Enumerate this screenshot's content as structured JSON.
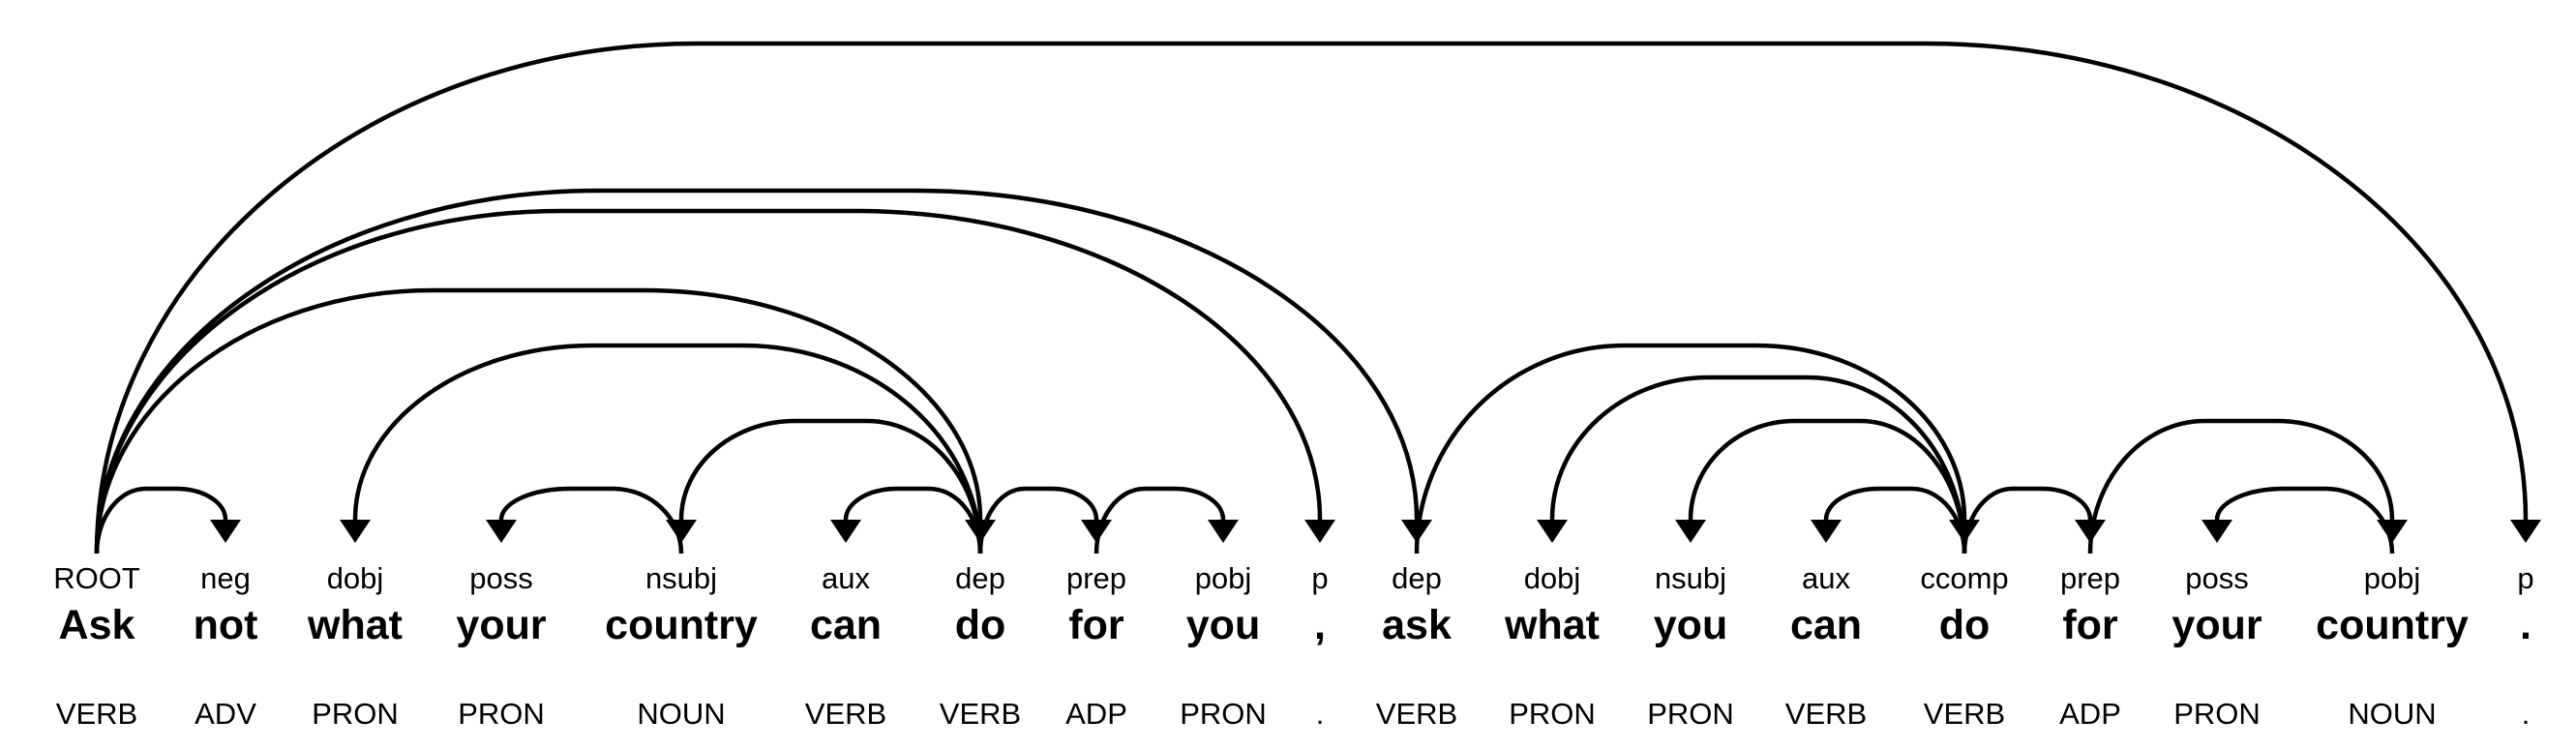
{
  "colors": {
    "ink": "#000000",
    "background": "#ffffff"
  },
  "sentence": "Ask not what your country can do for you , ask what you can do for your country .",
  "tokens": [
    {
      "text": "Ask",
      "deprel": "ROOT",
      "pos": "VERB"
    },
    {
      "text": "not",
      "deprel": "neg",
      "pos": "ADV"
    },
    {
      "text": "what",
      "deprel": "dobj",
      "pos": "PRON"
    },
    {
      "text": "your",
      "deprel": "poss",
      "pos": "PRON"
    },
    {
      "text": "country",
      "deprel": "nsubj",
      "pos": "NOUN"
    },
    {
      "text": "can",
      "deprel": "aux",
      "pos": "VERB"
    },
    {
      "text": "do",
      "deprel": "dep",
      "pos": "VERB"
    },
    {
      "text": "for",
      "deprel": "prep",
      "pos": "ADP"
    },
    {
      "text": "you",
      "deprel": "pobj",
      "pos": "PRON"
    },
    {
      "text": ",",
      "deprel": "p",
      "pos": "."
    },
    {
      "text": "ask",
      "deprel": "dep",
      "pos": "VERB"
    },
    {
      "text": "what",
      "deprel": "dobj",
      "pos": "PRON"
    },
    {
      "text": "you",
      "deprel": "nsubj",
      "pos": "PRON"
    },
    {
      "text": "can",
      "deprel": "aux",
      "pos": "VERB"
    },
    {
      "text": "do",
      "deprel": "ccomp",
      "pos": "VERB"
    },
    {
      "text": "for",
      "deprel": "prep",
      "pos": "ADP"
    },
    {
      "text": "your",
      "deprel": "poss",
      "pos": "PRON"
    },
    {
      "text": "country",
      "deprel": "pobj",
      "pos": "NOUN"
    },
    {
      "text": ".",
      "deprel": "p",
      "pos": "."
    }
  ],
  "arcs": [
    {
      "head": 0,
      "dep": 1,
      "label": "neg"
    },
    {
      "head": 6,
      "dep": 2,
      "label": "dobj"
    },
    {
      "head": 4,
      "dep": 3,
      "label": "poss"
    },
    {
      "head": 6,
      "dep": 4,
      "label": "nsubj"
    },
    {
      "head": 6,
      "dep": 5,
      "label": "aux"
    },
    {
      "head": 0,
      "dep": 6,
      "label": "dep"
    },
    {
      "head": 6,
      "dep": 7,
      "label": "prep"
    },
    {
      "head": 7,
      "dep": 8,
      "label": "pobj"
    },
    {
      "head": 0,
      "dep": 9,
      "label": "p"
    },
    {
      "head": 0,
      "dep": 10,
      "label": "dep"
    },
    {
      "head": 14,
      "dep": 11,
      "label": "dobj"
    },
    {
      "head": 14,
      "dep": 12,
      "label": "nsubj"
    },
    {
      "head": 14,
      "dep": 13,
      "label": "aux"
    },
    {
      "head": 10,
      "dep": 14,
      "label": "ccomp"
    },
    {
      "head": 14,
      "dep": 15,
      "label": "prep"
    },
    {
      "head": 15,
      "dep": 17,
      "label": "pobj"
    },
    {
      "head": 17,
      "dep": 16,
      "label": "poss"
    },
    {
      "head": 0,
      "dep": 18,
      "label": "p"
    }
  ]
}
